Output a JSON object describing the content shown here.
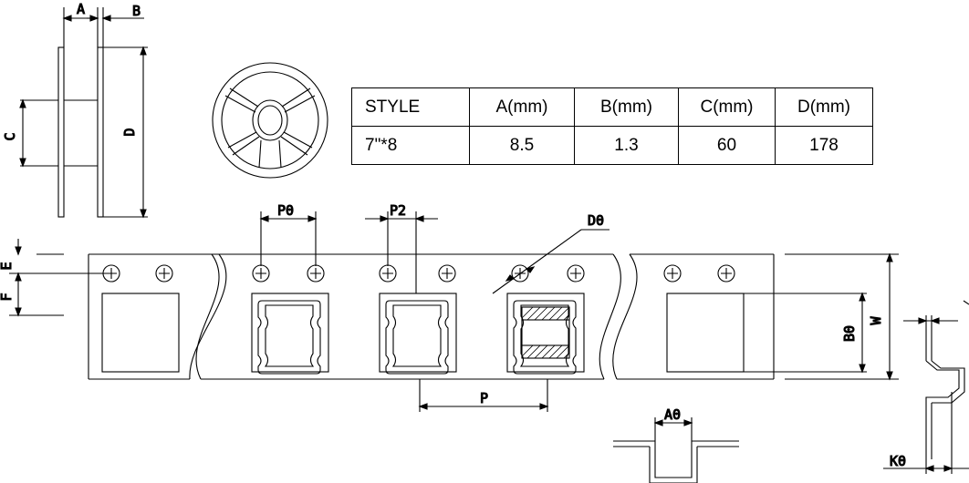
{
  "table": {
    "headers": [
      "STYLE",
      "A(mm)",
      "B(mm)",
      "C(mm)",
      "D(mm)"
    ],
    "rows": [
      [
        "7\"*8",
        "8.5",
        "1.3",
        "60",
        "178"
      ]
    ]
  },
  "labels": {
    "A": "A",
    "B": "B",
    "C": "C",
    "D": "D",
    "E": "E",
    "F": "F",
    "P0": "P0",
    "P2": "P2",
    "D0": "D0",
    "P": "P",
    "W": "W",
    "B0": "B0",
    "A0": "A0",
    "K0": "K0"
  }
}
